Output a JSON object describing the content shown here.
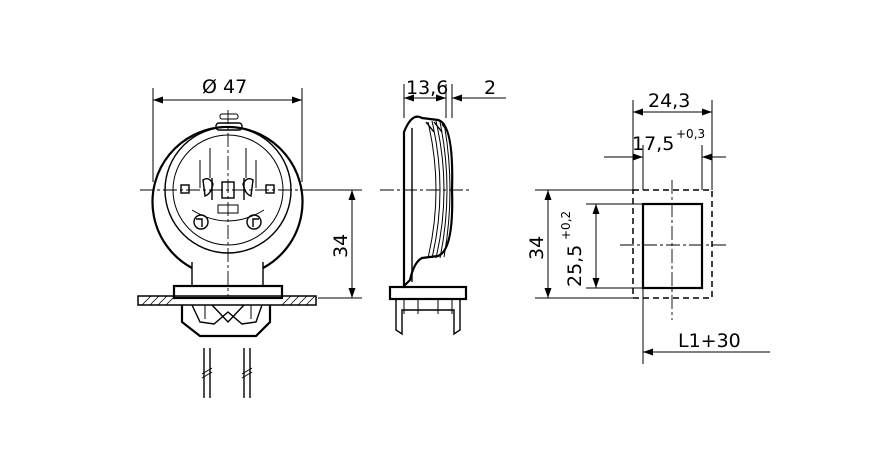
{
  "dimensions": {
    "front_diameter": "Ø 47",
    "front_height": "34",
    "side_depth": "13,6",
    "side_offset": "2",
    "cutout_width_outer": "24,3",
    "cutout_width_inner": "17,5",
    "cutout_width_inner_tol": "+0,3",
    "cutout_height_outer": "34",
    "cutout_height_inner": "25,5",
    "cutout_height_inner_tol": "+0,2",
    "wire_length": "L1+30"
  }
}
